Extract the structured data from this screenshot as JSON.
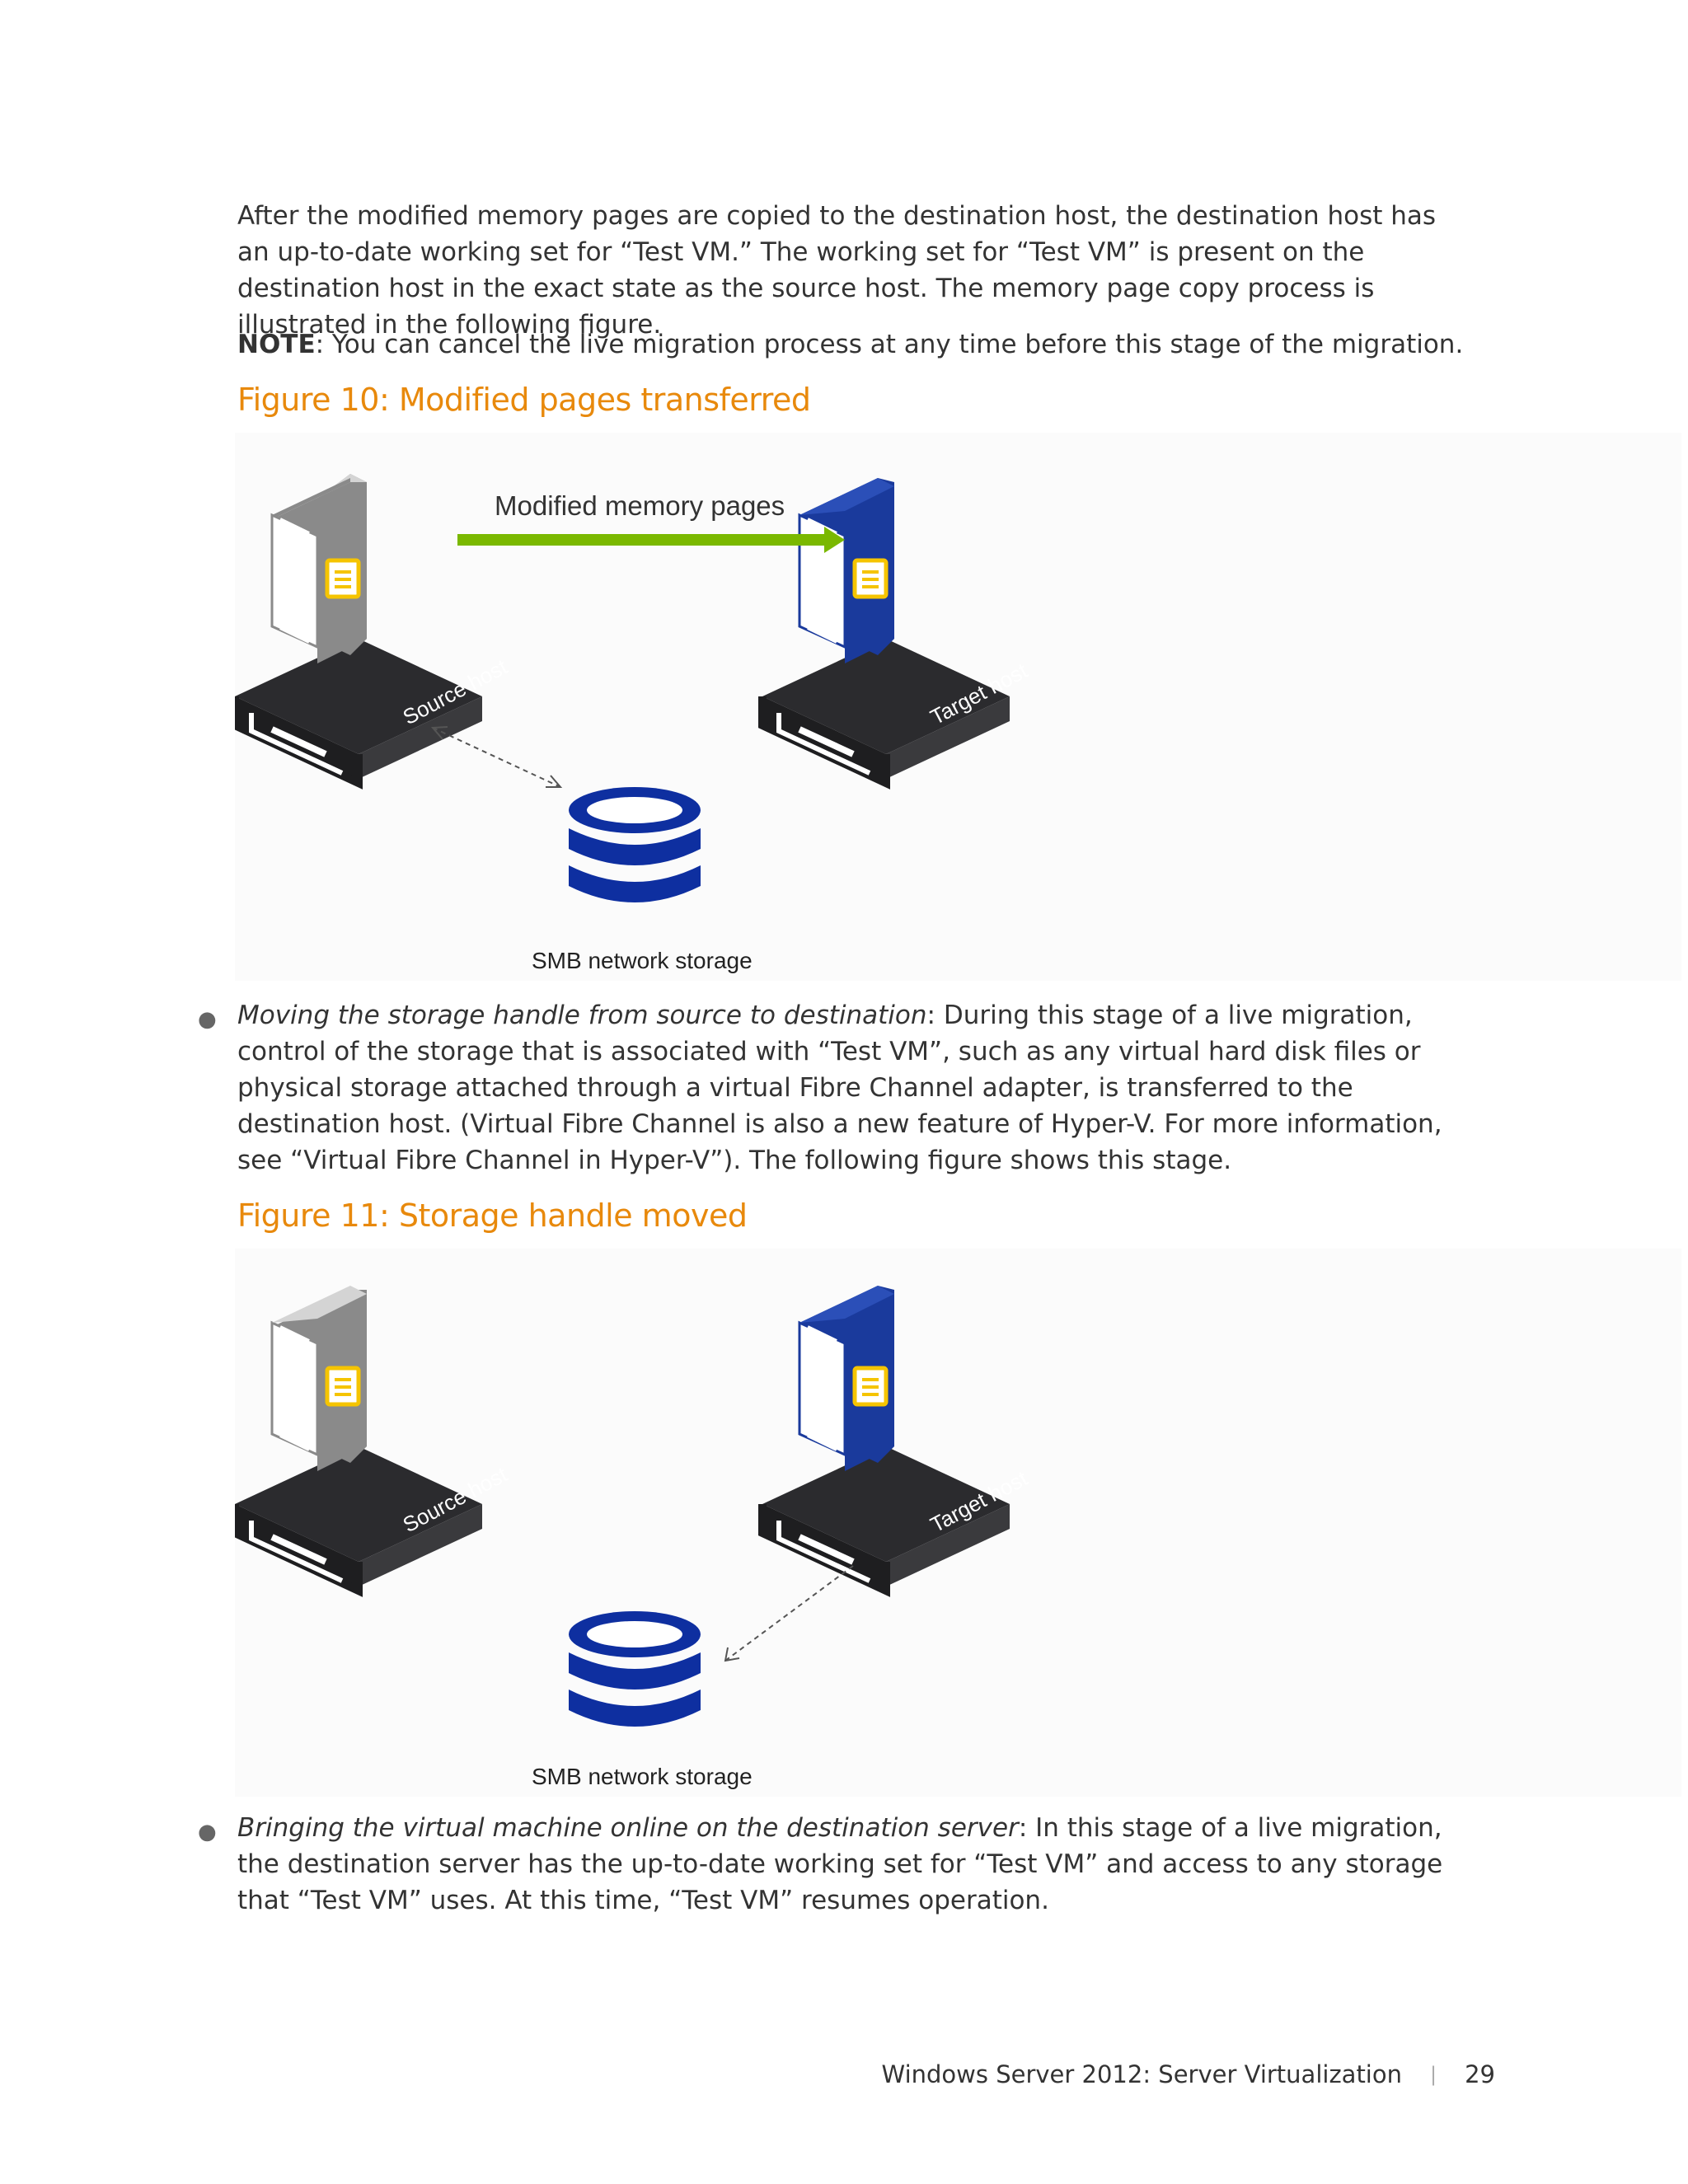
{
  "intro": {
    "paragraph": "After the modified memory pages are copied to the destination host, the destination host has an up-to-date working set for “Test VM.” The working set for “Test VM” is present on the destination host in the exact state as the source host. The memory page copy process is illustrated in the following figure.",
    "note_label": "NOTE",
    "note_text": ": You can cancel the live migration process at any time before this stage of the migration."
  },
  "figure10": {
    "caption": "Figure 10: Modified pages transferred",
    "arrow_label": "Modified memory pages",
    "source_label": "Source host",
    "target_label": "Target host",
    "storage_label": "SMB network storage"
  },
  "bullet1": {
    "italic": "Moving the storage handle from source to destination",
    "text": ": During this stage of a live migration, control of the storage that is associated with “Test VM”, such as any virtual hard disk files or physical storage attached through a virtual Fibre Channel adapter, is transferred to the destination host. (Virtual Fibre Channel is also a new feature of Hyper-V. For more information, see “Virtual Fibre Channel in Hyper-V”). The following figure shows this stage."
  },
  "figure11": {
    "caption": "Figure 11: Storage handle moved",
    "source_label": "Source host",
    "target_label": "Target host",
    "storage_label": "SMB network storage"
  },
  "bullet2": {
    "italic": "Bringing the virtual machine online on the destination server",
    "text": ": In this stage of a live migration, the destination server has the up-to-date working set for “Test VM” and access to any storage that “Test VM” uses. At this time, “Test VM” resumes operation."
  },
  "footer": {
    "title": "Windows Server 2012: Server Virtualization",
    "separator": "|",
    "page_number": "29"
  },
  "colors": {
    "caption": "#E8890C",
    "source_server": "#8a8a8a",
    "target_server": "#1a3a9c",
    "storage": "#0e2fa0",
    "arrow_green": "#7ab800",
    "document_icon": "#f5c400"
  }
}
